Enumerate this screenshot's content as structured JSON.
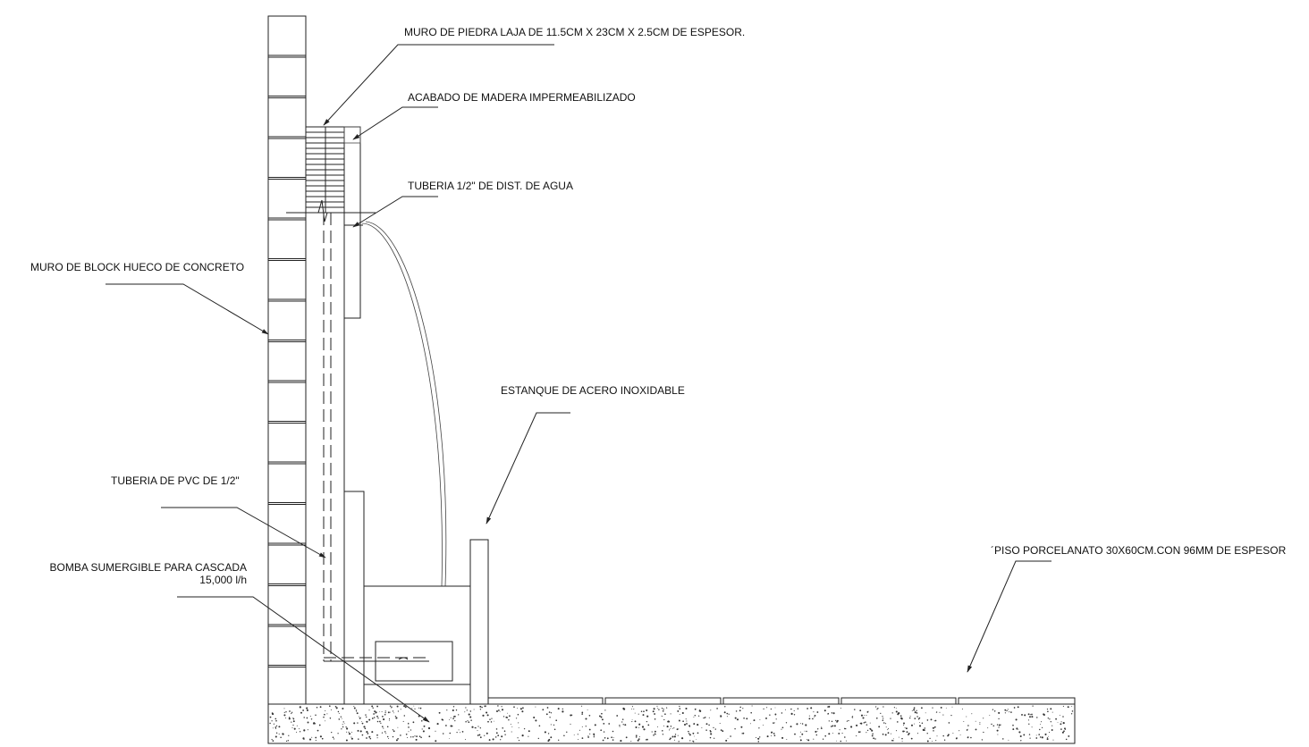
{
  "labels": {
    "stone_wall": "MURO DE PIEDRA LAJA DE 11.5CM X 23CM X 2.5CM DE ESPESOR.",
    "wood_finish": "ACABADO DE MADERA IMPERMEABILIZADO",
    "water_pipe": "TUBERIA 1/2\" DE DIST. DE AGUA",
    "block_wall": "MURO DE BLOCK HUECO DE CONCRETO",
    "steel_pond": "ESTANQUE DE ACERO INOXIDABLE",
    "pvc_pipe": "TUBERIA DE PVC DE 1/2\"",
    "pump_line1": "BOMBA SUMERGIBLE PARA CASCADA",
    "pump_line2": "15,000 l/h",
    "floor": "´PISO PORCELANATO 30X60CM.CON 96MM DE ESPESOR"
  }
}
